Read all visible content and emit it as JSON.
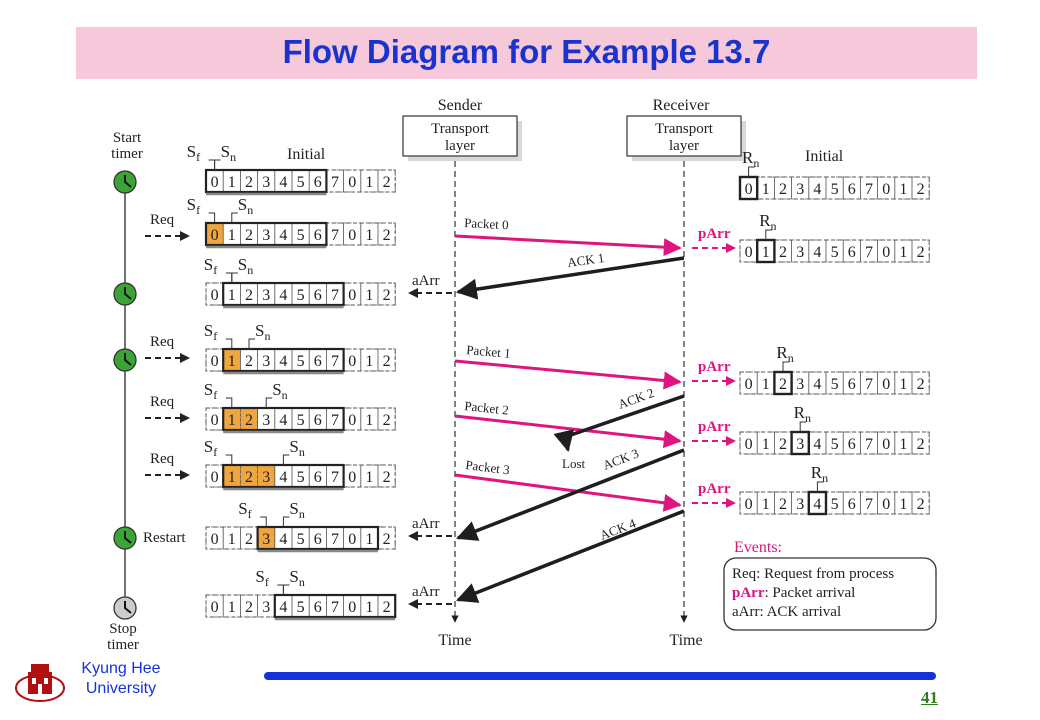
{
  "slide": {
    "title": "Flow Diagram for Example 13.7",
    "page_number": "41",
    "university_line1": "Kyung Hee",
    "university_line2": "University"
  },
  "diagram": {
    "sender_heading": "Sender",
    "receiver_heading": "Receiver",
    "sender_box": [
      "Transport",
      "layer"
    ],
    "receiver_box": [
      "Transport",
      "layer"
    ],
    "time_label": "Time",
    "timer_start": [
      "Start",
      "timer"
    ],
    "timer_stop": [
      "Stop",
      "timer"
    ],
    "restart_label": "Restart",
    "initial_label": "Initial",
    "sf": "S",
    "sf_sub": "f",
    "sn": "S",
    "sn_sub": "n",
    "rn": "R",
    "rn_sub": "n",
    "req_label": "Req",
    "parr_label": "pArr",
    "aarr_label": "aArr",
    "lost_label": "Lost",
    "packets": [
      "Packet 0",
      "Packet 1",
      "Packet 2",
      "Packet 3"
    ],
    "acks": [
      "ACK 1",
      "ACK 2",
      "ACK 3",
      "ACK 4"
    ],
    "sequence": [
      "0",
      "1",
      "2",
      "3",
      "4",
      "5",
      "6",
      "7",
      "0",
      "1",
      "2"
    ],
    "sender_windows": [
      {
        "start": 0,
        "highlight": []
      },
      {
        "start": 0,
        "highlight": [
          0
        ]
      },
      {
        "start": 1,
        "highlight": []
      },
      {
        "start": 1,
        "highlight": [
          1
        ]
      },
      {
        "start": 1,
        "highlight": [
          1,
          2
        ]
      },
      {
        "start": 1,
        "highlight": [
          1,
          2,
          3
        ]
      },
      {
        "start": 3,
        "highlight": [
          3
        ]
      },
      {
        "start": 4,
        "highlight": []
      }
    ],
    "receiver_windows": [
      0,
      1,
      2,
      3,
      4
    ],
    "events": {
      "heading": "Events:",
      "req": "Req: Request from process",
      "parr_key": "pArr",
      "parr_text": ": Packet arrival",
      "aarr": "aArr: ACK arrival"
    },
    "colors": {
      "packet": "#e0147e",
      "ack": "#1e1e1e",
      "highlight": "#f0a640",
      "timer": "#3aa535",
      "stopped_timer": "#cccccc",
      "events_heading": "#d8147e"
    }
  }
}
